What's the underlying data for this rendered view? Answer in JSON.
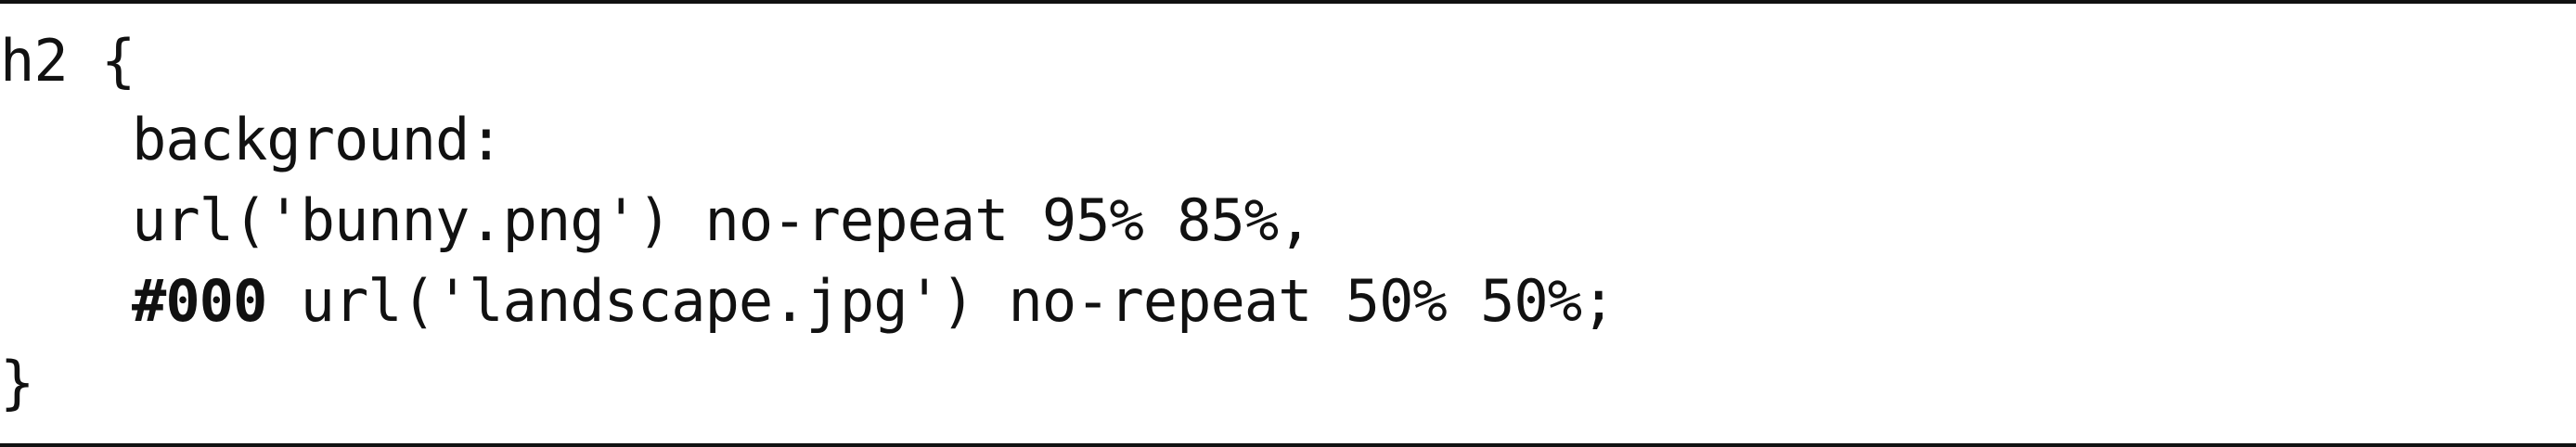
{
  "code": {
    "line1": "h2 {",
    "line2": "background:",
    "line3": "url('bunny.png') no-repeat 95% 85%,",
    "line4_bold": "#000",
    "line4_rest": " url('landscape.jpg') no-repeat 50% 50%;",
    "line5": "}"
  }
}
